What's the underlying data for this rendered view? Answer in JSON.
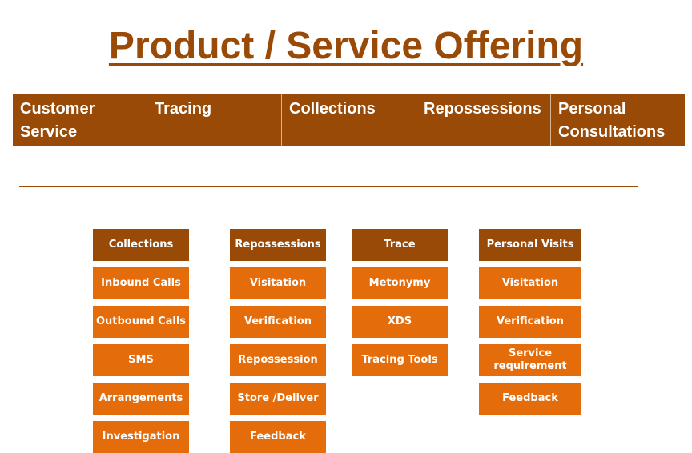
{
  "title": "Product / Service Offering",
  "header": [
    "Customer Service",
    "Tracing",
    "Collections",
    "Repossessions",
    "Personal Consultations"
  ],
  "columns": [
    {
      "head": "Collections",
      "items": [
        "Inbound Calls",
        "Outbound  Calls",
        "SMS",
        "Arrangements",
        "Investigation"
      ]
    },
    {
      "head": "Repossessions",
      "items": [
        "Visitation",
        "Verification",
        "Repossession",
        "Store /Deliver",
        "Feedback"
      ]
    },
    {
      "head": "Trace",
      "items": [
        "Metonymy",
        "XDS",
        "Tracing Tools"
      ]
    },
    {
      "head": "Personal Visits",
      "items": [
        "Visitation",
        "Verification",
        "Service requirement",
        "Feedback"
      ]
    }
  ],
  "colors": {
    "dark": "#9A4A07",
    "orange": "#E46C0A"
  }
}
